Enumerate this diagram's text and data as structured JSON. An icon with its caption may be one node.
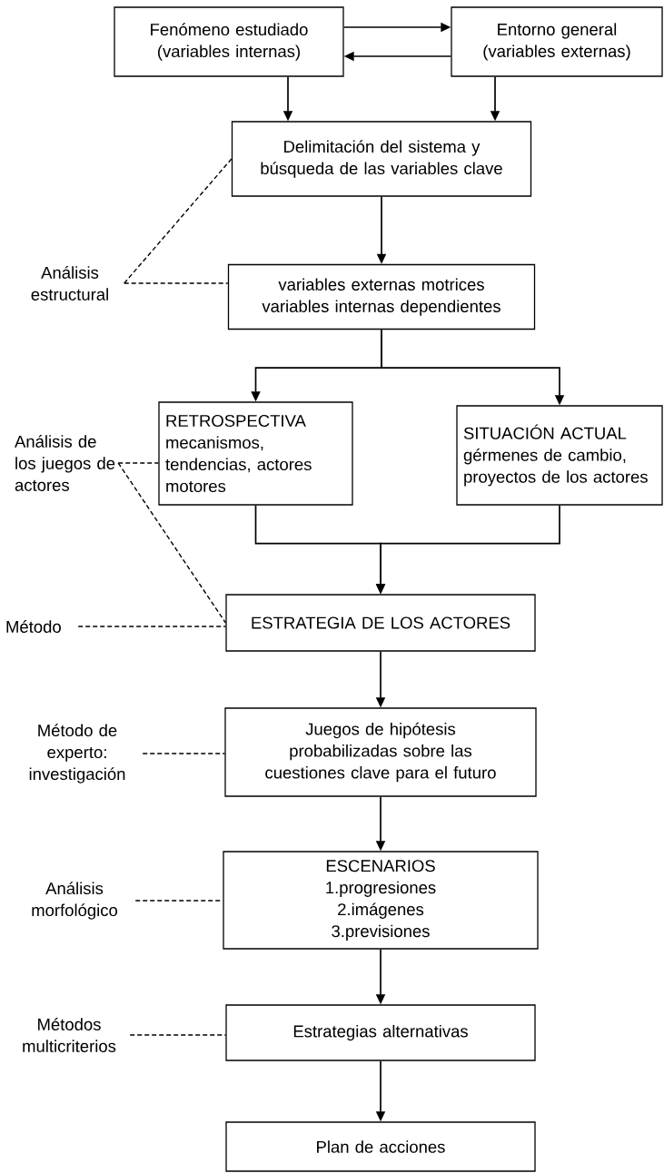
{
  "diagram": {
    "nodes": [
      {
        "text": [
          "Fenómeno estudiado (variables internas)"
        ]
      },
      {
        "text": [
          "Entorno general (variables externas)"
        ]
      },
      {
        "text": [
          "Delimitación del sistema y búsqueda de las variables clave"
        ]
      },
      {
        "text": [
          "variables externas motrices variables internas dependientes"
        ]
      },
      {
        "text": [
          "RETROSPECTIVA",
          "mecanismos, tendencias, actores motores"
        ]
      },
      {
        "text": [
          "SITUACIÓN ACTUAL",
          "gérmenes de cambio, proyectos de los actores"
        ]
      },
      {
        "text": [
          "ESTRATEGIA DE LOS ACTORES"
        ]
      },
      {
        "text": [
          "Juegos de hipótesis probabilizadas sobre las cuestiones clave para el futuro"
        ]
      },
      {
        "text": [
          "ESCENARIOS",
          "1.progresiones",
          "2.imágenes",
          "3.previsiones"
        ]
      },
      {
        "text": [
          "Estrategias alternativas"
        ]
      },
      {
        "text": [
          "Plan de acciones"
        ]
      },
      {
        "text": [
          "Análisis estructural"
        ]
      },
      {
        "text": [
          "Análisis de los juegos de actores"
        ]
      },
      {
        "text": [
          "Método"
        ]
      },
      {
        "text": [
          "Método de experto: investigación"
        ]
      },
      {
        "text": [
          "Análisis morfológico"
        ]
      },
      {
        "text": [
          "Métodos multicriterios"
        ]
      }
    ],
    "edges": [
      {
        "from": 0,
        "to": 1,
        "arrow": "to"
      },
      {
        "from": 1,
        "to": 0,
        "arrow": "to"
      },
      {
        "from": 0,
        "to": 2,
        "arrow": "to"
      },
      {
        "from": 1,
        "to": 2,
        "arrow": "to"
      },
      {
        "from": 2,
        "to": 3,
        "arrow": "to"
      },
      {
        "from": 3,
        "to": 4,
        "arrow": "to"
      },
      {
        "from": 3,
        "to": 5,
        "arrow": "to"
      },
      {
        "from": 4,
        "to": 6,
        "arrow": "to"
      },
      {
        "from": 5,
        "to": 6,
        "arrow": "to"
      },
      {
        "from": 6,
        "to": 7,
        "arrow": "to"
      },
      {
        "from": 7,
        "to": 8,
        "arrow": "to"
      },
      {
        "from": 8,
        "to": 9,
        "arrow": "to"
      },
      {
        "from": 9,
        "to": 10,
        "arrow": "to"
      },
      {
        "from": 11,
        "to": 2,
        "arrow": "none",
        "style": "dashed"
      },
      {
        "from": 11,
        "to": 3,
        "arrow": "none",
        "style": "dashed"
      },
      {
        "from": 12,
        "to": 4,
        "arrow": "none",
        "style": "dashed"
      },
      {
        "from": 12,
        "to": 6,
        "arrow": "none",
        "style": "dashed"
      },
      {
        "from": 13,
        "to": 6,
        "arrow": "none",
        "style": "dashed"
      },
      {
        "from": 14,
        "to": 7,
        "arrow": "none",
        "style": "dashed"
      },
      {
        "from": 15,
        "to": 8,
        "arrow": "none",
        "style": "dashed"
      },
      {
        "from": 16,
        "to": 9,
        "arrow": "none",
        "style": "dashed"
      }
    ]
  }
}
